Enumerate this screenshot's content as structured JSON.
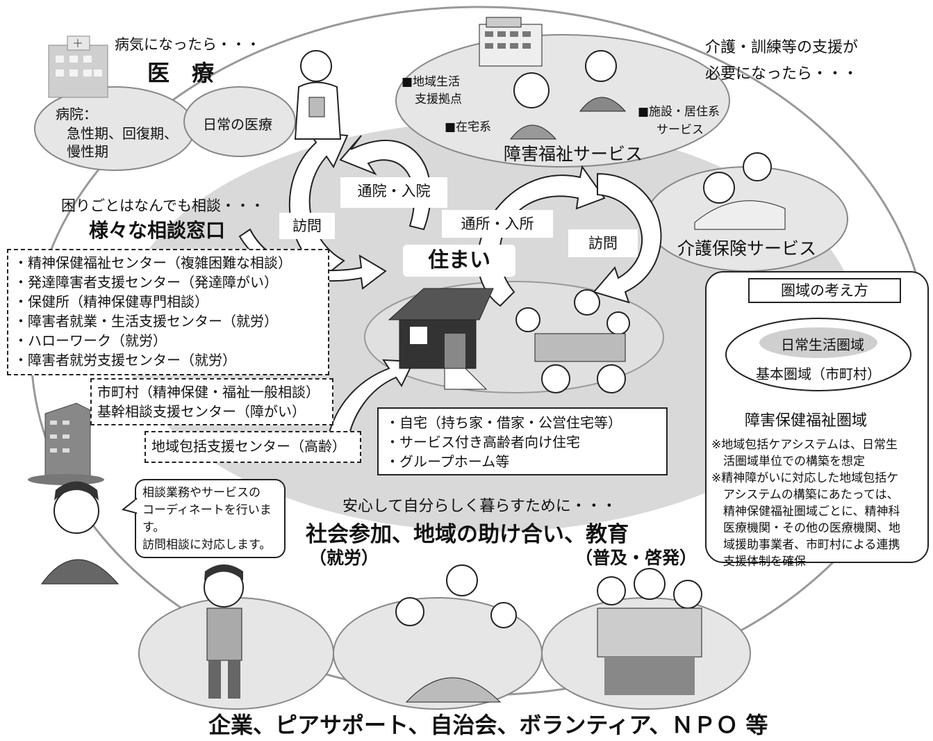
{
  "medical": {
    "lead": "病気になったら・・・",
    "title": "医　療",
    "hospital_label": "病院：",
    "hospital_types_line1": "急性期、回復期、",
    "hospital_types_line2": "慢性期",
    "daily_care": "日常の医療"
  },
  "welfare": {
    "lead_line1": "介護・訓練等の支援が",
    "lead_line2": "必要になったら・・・",
    "base_line1": "■地域生活",
    "base_line2": "支援拠点",
    "home_based": "■在宅系",
    "facility_line1": "■施設・居住系",
    "facility_line2": "サービス",
    "title": "障害福祉サービス",
    "care_insurance": "介護保険サービス"
  },
  "flows": {
    "hospital_visit": "通院・入院",
    "visit_left": "訪問",
    "facility_visit": "通所・入所",
    "visit_right": "訪問"
  },
  "housing": {
    "title": "住まい",
    "items": [
      "・自宅（持ち家・借家・公営住宅等）",
      "・サービス付き高齢者向け住宅",
      "・グループホーム等"
    ]
  },
  "consultation": {
    "lead": "困りごとはなんでも相談・・・",
    "title": "様々な相談窓口",
    "list": [
      "・精神保健福祉センター（複雑困難な相談）",
      "・発達障害者支援センター（発達障がい）",
      "・保健所（精神保健専門相談）",
      "・障害者就業・生活支援センター（就労）",
      "・ハローワーク（就労）",
      "・障害者就労支援センター（就労）"
    ],
    "municipal_line1": "市町村（精神保健・福祉一般相談）",
    "municipal_line2": "基幹相談支援センター（障がい）",
    "community_center": "地域包括支援センター（高齢）",
    "speech": [
      "相談業務やサービスの",
      "コーディネートを行いま",
      "す。",
      "訪問相談に対応します。"
    ]
  },
  "participation": {
    "lead": "安心して自分らしく暮らすために・・・",
    "title": "社会参加、地域の助け合い、教育",
    "employment": "（就労）",
    "education": "（普及・啓発）",
    "bottom": "企業、ピアサポート、自治会、ボランティア、ＮＰＯ 等"
  },
  "region": {
    "header": "圏域の考え方",
    "daily_area": "日常生活圏域",
    "basic_area": "基本圏域（市町村）",
    "welfare_area": "障害保健福祉圏域",
    "notes": [
      "※地域包括ケアシステムは、日常生",
      "　活圏域単位での構築を想定",
      "※精神障がいに対応した地域包括ケ",
      "　アシステムの構築にあたっては、",
      "　精神保健福祉圏域ごとに、精神科",
      "　医療機関・その他の医療機関、地",
      "　域援助事業者、市町村による連携",
      "　支援体制を確保"
    ]
  },
  "colors": {
    "ellipse_fill": "#e6e6e6",
    "inner_fill": "#d9d9d9",
    "arrow_fill": "#ffffff",
    "stroke": "#222222"
  },
  "icons": [
    "hospital-icon",
    "doctor-icon",
    "welfare-building-icon",
    "caregiver-icon",
    "elderly-care-icon",
    "house-icon",
    "family-table-icon",
    "office-building-icon",
    "counselor-icon",
    "worker-icon",
    "children-icon",
    "group-icon"
  ]
}
